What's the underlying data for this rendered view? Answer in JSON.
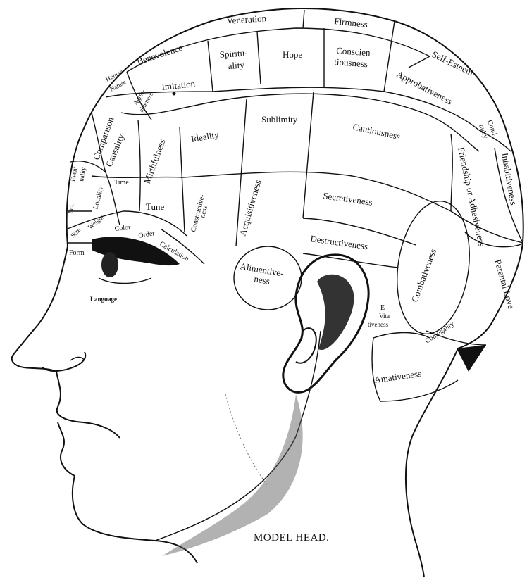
{
  "caption": "MODEL HEAD.",
  "faculties": {
    "veneration": "Veneration",
    "firmness": "Firmness",
    "benevolence": "Benevolence",
    "self_esteem": "Self-Esteem",
    "human_nature": [
      "Human",
      "Nature"
    ],
    "imitation": "Imitation",
    "spirituality": [
      "Spiritu-",
      "ality"
    ],
    "hope": "Hope",
    "conscientiousness": [
      "Conscien-",
      "tiousness"
    ],
    "approbativeness": "Approbativeness",
    "continuity": [
      "Conti-",
      "nuity"
    ],
    "comparison": "Comparison",
    "agreeableness": [
      "Agree-",
      "ableness"
    ],
    "causality": "Causality",
    "mirthfulness": "Mirthfulness",
    "ideality": "Ideality",
    "sublimity": "Sublimity",
    "cautiousness": "Cautiousness",
    "inhabitiveness": "Inhabitiveness",
    "event_uality": [
      "Event",
      "uality"
    ],
    "locality": "Locality",
    "friendship": "Friendship or Adhesiveness",
    "time": "Time",
    "tune": "Tune",
    "constructiveness": [
      "Constructive-",
      "ness"
    ],
    "acquisitiveness": "Acquisitiveness",
    "secretiveness": "Secretiveness",
    "ind": "Ind.",
    "size": "Size",
    "weight": "Weight",
    "color": "Color",
    "order": "Order",
    "calculation": "Calculation",
    "destructiveness": "Destructiveness",
    "combativeness": "Combativeness",
    "form": "Form",
    "alimentiveness": [
      "Alimentive-",
      "ness"
    ],
    "parental_love": "Parental Love",
    "vitativeness": [
      "E",
      "Vita",
      "tiveness"
    ],
    "conjugality": "Conjugality",
    "language": "Language",
    "amativeness": "Amativeness"
  }
}
